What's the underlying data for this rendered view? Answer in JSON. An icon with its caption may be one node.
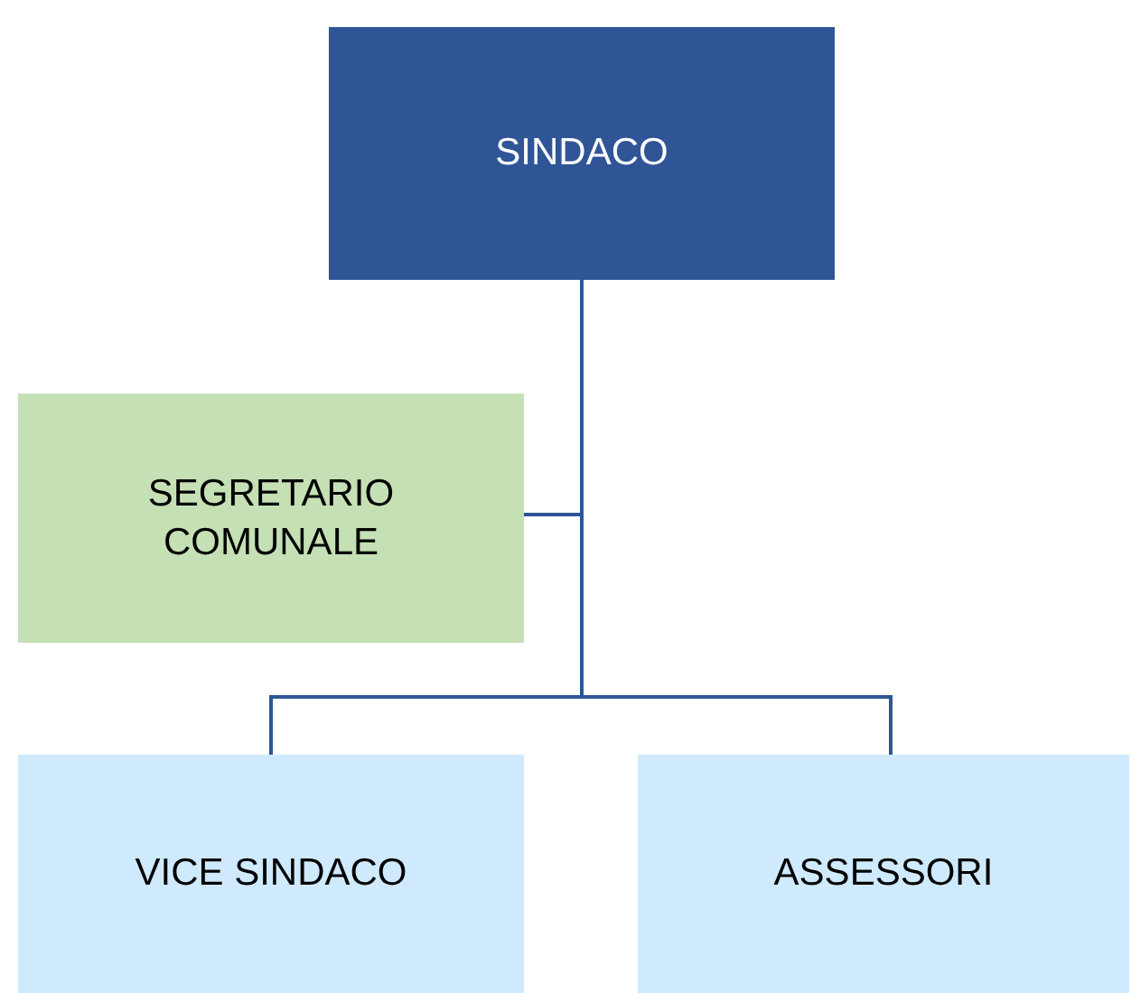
{
  "diagram": {
    "nodes": [
      {
        "text": [
          "SINDACO"
        ]
      },
      {
        "text": [
          "SEGRETARIO COMUNALE"
        ]
      },
      {
        "text": [
          "VICE SINDACO"
        ]
      },
      {
        "text": [
          "ASSESSORI"
        ]
      }
    ],
    "edges": [
      {
        "from": 0,
        "to": 1,
        "arrow": "none"
      },
      {
        "from": 0,
        "to": 2,
        "arrow": "none"
      },
      {
        "from": 0,
        "to": 3,
        "arrow": "none"
      }
    ]
  }
}
